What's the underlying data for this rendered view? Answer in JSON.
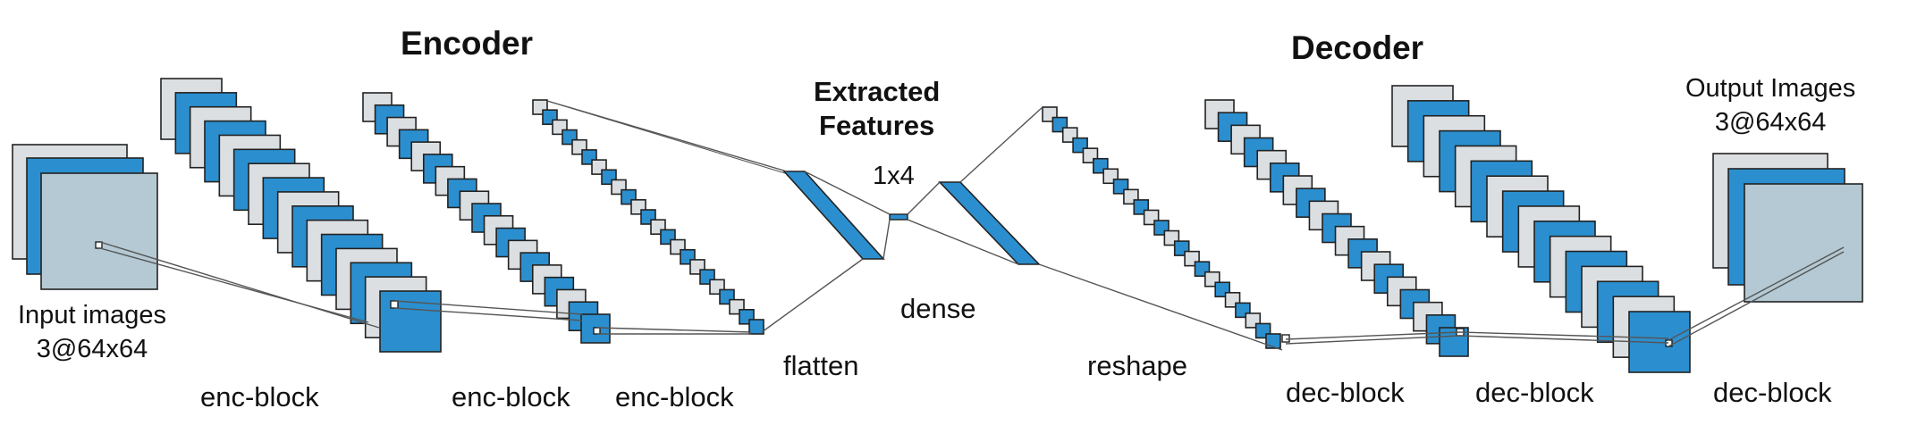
{
  "titles": {
    "encoder": "Encoder",
    "decoder": "Decoder"
  },
  "extracted": {
    "line1": "Extracted",
    "line2": "Features",
    "size": "1x4"
  },
  "input": {
    "line1": "Input images",
    "line2": "3@64x64"
  },
  "output": {
    "line1": "Output Images",
    "line2": "3@64x64"
  },
  "layers": {
    "enc_block_1": "enc-block",
    "enc_block_2": "enc-block",
    "enc_block_3": "enc-block",
    "flatten": "flatten",
    "dense": "dense",
    "reshape": "reshape",
    "dec_block_1": "dec-block",
    "dec_block_2": "dec-block",
    "dec_block_3": "dec-block"
  },
  "colors": {
    "blue": "#2b8fcf",
    "gray": "#dcdfe2",
    "stroke": "#222222",
    "bluegray": "#b4c9d3"
  }
}
